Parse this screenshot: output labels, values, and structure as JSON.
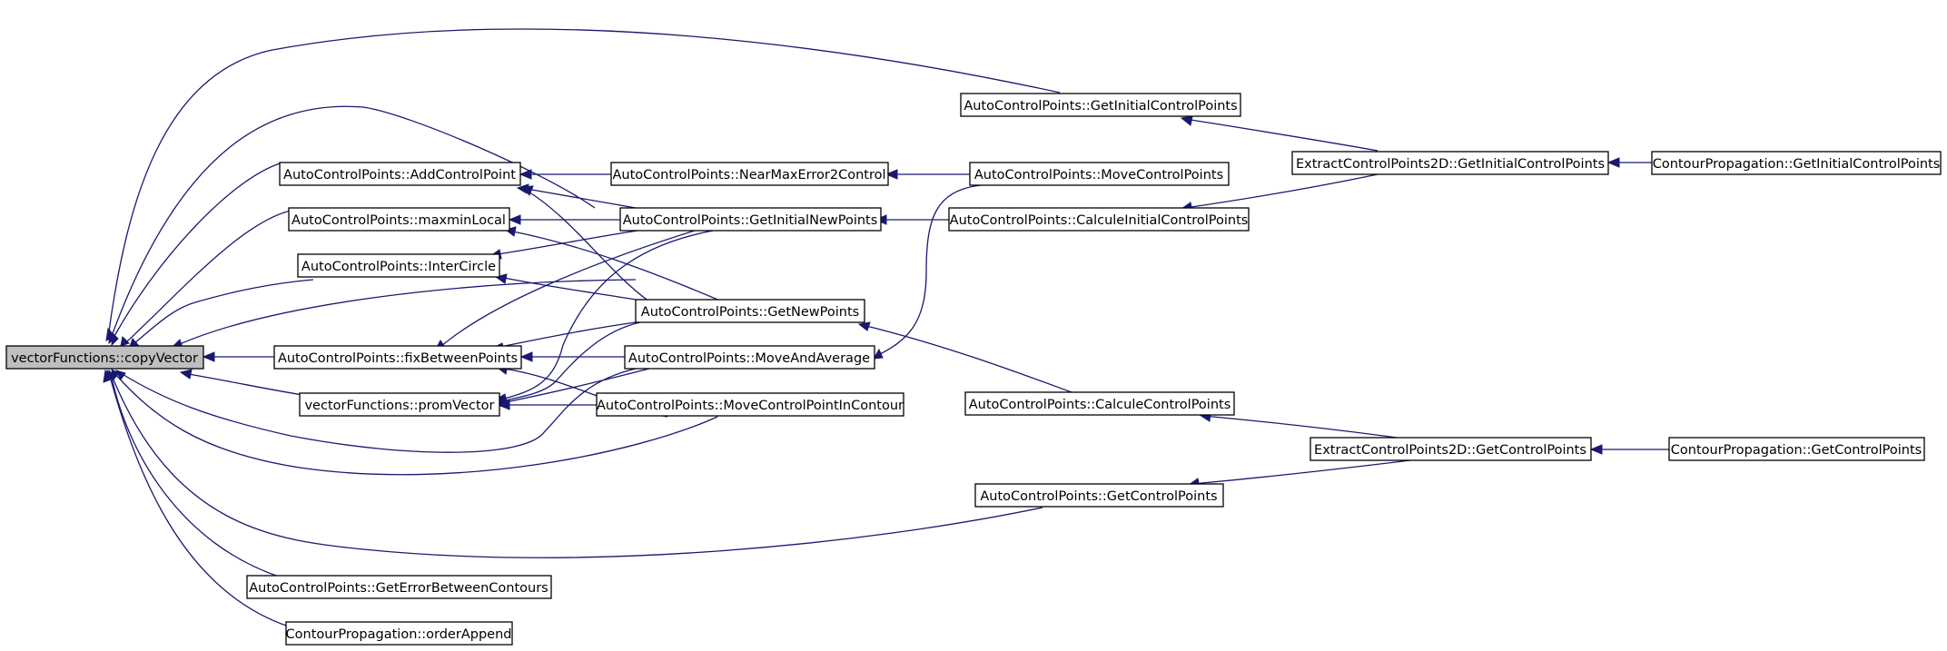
{
  "graph": {
    "edge_color": "#191970",
    "root_fill": "#bfbfbf",
    "nodes": {
      "copyVector": "vectorFunctions::copyVector",
      "addControlPoint": "AutoControlPoints::AddControlPoint",
      "maxminLocal": "AutoControlPoints::maxminLocal",
      "interCircle": "AutoControlPoints::InterCircle",
      "fixBetweenPoints": "AutoControlPoints::fixBetweenPoints",
      "promVector": "vectorFunctions::promVector",
      "getErrorBetweenContours": "AutoControlPoints::GetErrorBetweenContours",
      "orderAppend": "ContourPropagation::orderAppend",
      "nearMaxError2Control": "AutoControlPoints::NearMaxError2Control",
      "getInitialNewPoints": "AutoControlPoints::GetInitialNewPoints",
      "getNewPoints": "AutoControlPoints::GetNewPoints",
      "moveAndAverage": "AutoControlPoints::MoveAndAverage",
      "moveControlPointInContour": "AutoControlPoints::MoveControlPointInContour",
      "acpGetInitialControlPoints": "AutoControlPoints::GetInitialControlPoints",
      "moveControlPoints": "AutoControlPoints::MoveControlPoints",
      "calculeInitialControlPoints": "AutoControlPoints::CalculeInitialControlPoints",
      "calculeControlPoints": "AutoControlPoints::CalculeControlPoints",
      "acpGetControlPoints": "AutoControlPoints::GetControlPoints",
      "ecpGetInitialControlPoints": "ExtractControlPoints2D::GetInitialControlPoints",
      "ecpGetControlPoints": "ExtractControlPoints2D::GetControlPoints",
      "cpGetInitialControlPoints": "ContourPropagation::GetInitialControlPoints",
      "cpGetControlPoints": "ContourPropagation::GetControlPoints"
    }
  }
}
